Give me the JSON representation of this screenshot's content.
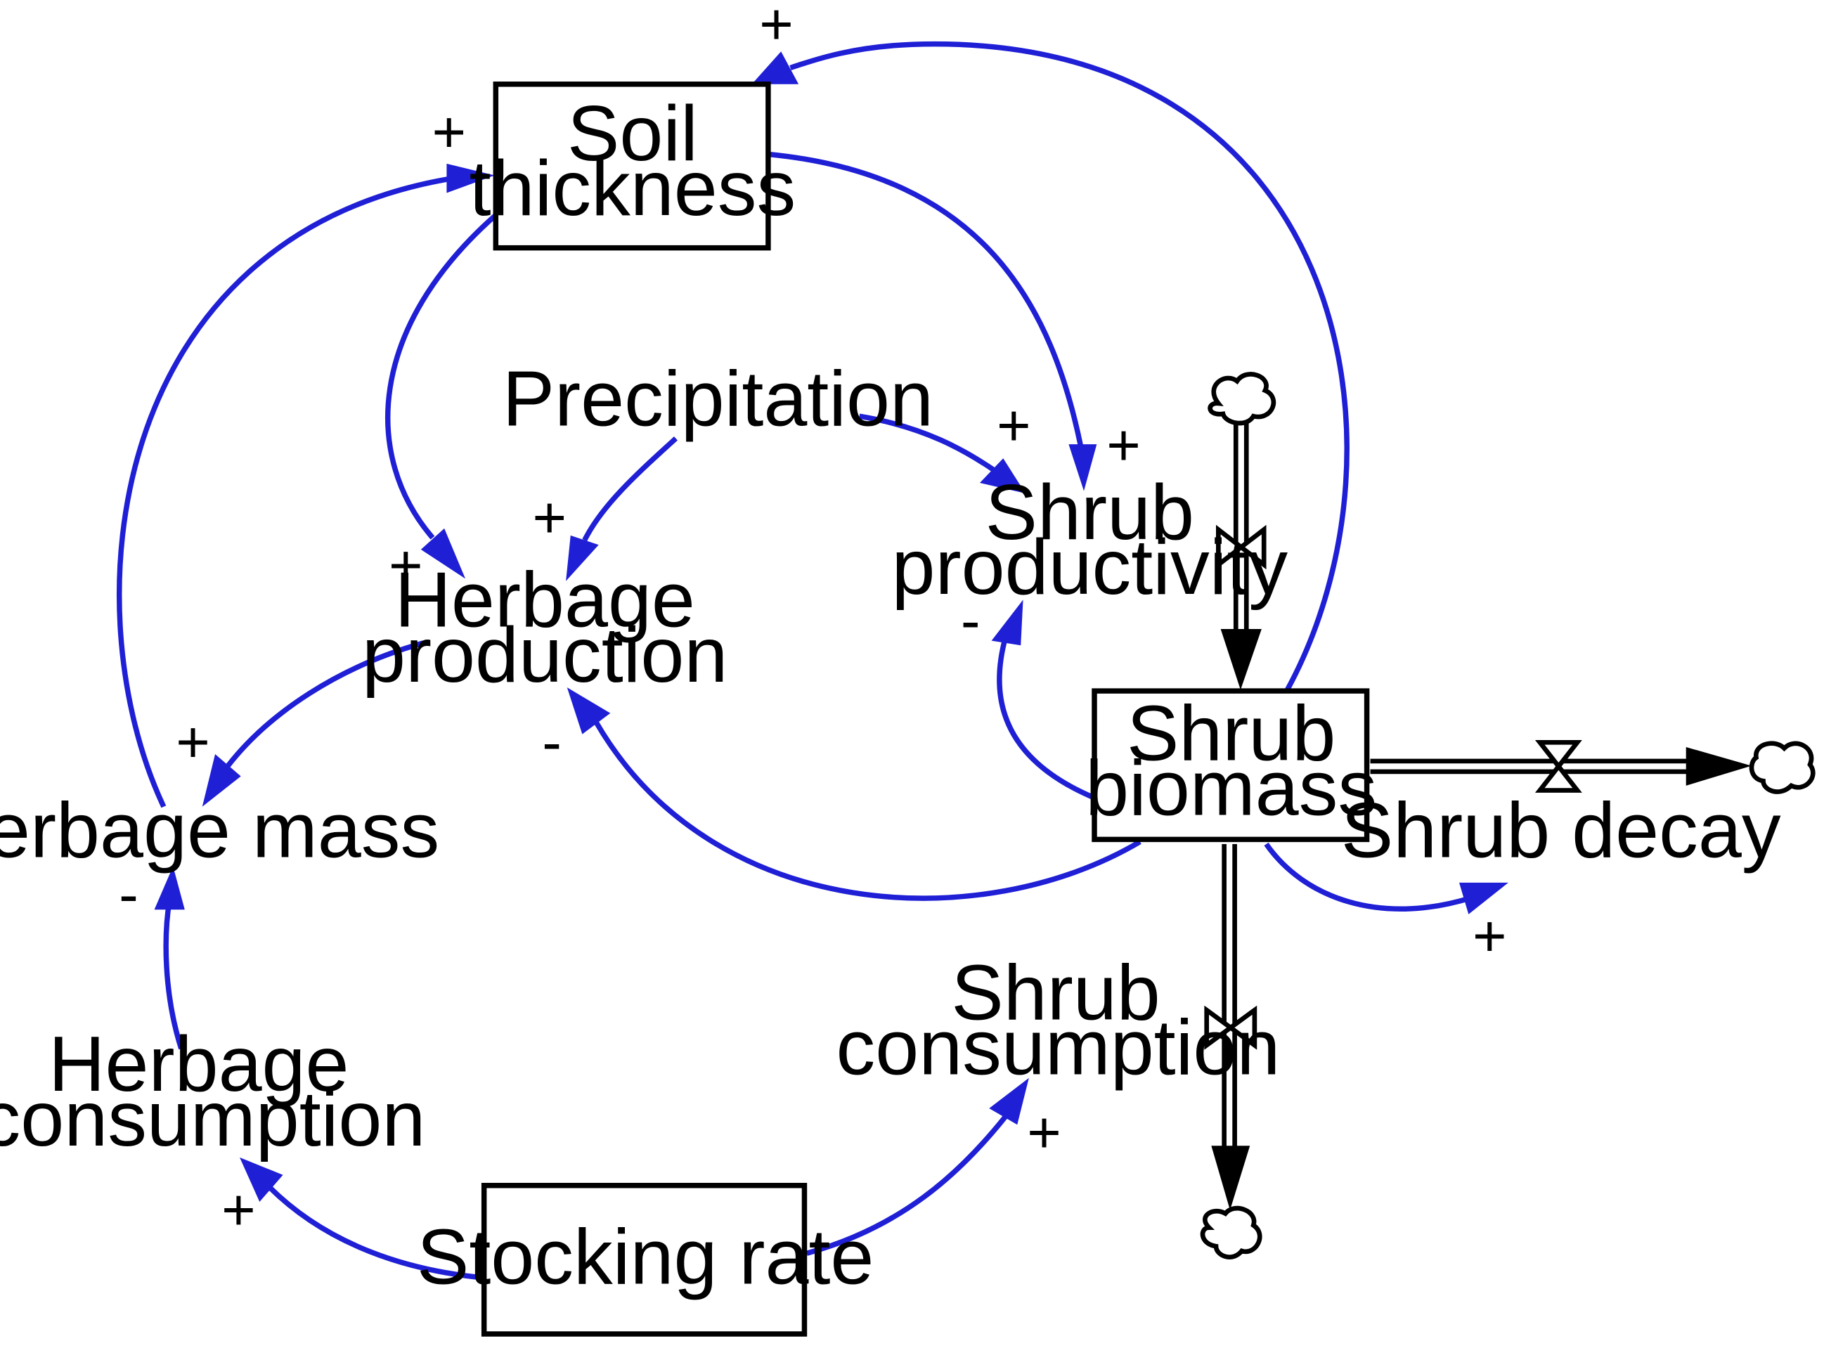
{
  "stocks": {
    "soil_thickness": [
      "Soil",
      "thickness"
    ],
    "shrub_biomass": [
      "Shrub",
      "biomass"
    ],
    "stocking_rate": [
      "Stocking rate"
    ]
  },
  "variables": {
    "precipitation": [
      "Precipitation"
    ],
    "herbage_production": [
      "Herbage",
      "production"
    ],
    "shrub_productivity": [
      "Shrub",
      "productivity"
    ],
    "herbage_mass": [
      "Herbage mass"
    ],
    "herbage_consumption": [
      "Herbage",
      "consumption"
    ],
    "shrub_consumption": [
      "Shrub",
      "consumption"
    ],
    "shrub_decay": [
      "Shrub decay"
    ]
  },
  "links": [
    {
      "from": "Shrub biomass",
      "to": "Soil thickness",
      "polarity": "+"
    },
    {
      "from": "Herbage mass",
      "to": "Soil thickness",
      "polarity": "+"
    },
    {
      "from": "Soil thickness",
      "to": "Shrub productivity",
      "polarity": "+"
    },
    {
      "from": "Soil thickness",
      "to": "Herbage production",
      "polarity": "+"
    },
    {
      "from": "Precipitation",
      "to": "Shrub productivity",
      "polarity": "+"
    },
    {
      "from": "Precipitation",
      "to": "Herbage production",
      "polarity": "+"
    },
    {
      "from": "Shrub biomass",
      "to": "Shrub productivity",
      "polarity": "-"
    },
    {
      "from": "Shrub biomass",
      "to": "Herbage production",
      "polarity": "-"
    },
    {
      "from": "Herbage production",
      "to": "Herbage mass",
      "polarity": "+"
    },
    {
      "from": "Herbage consumption",
      "to": "Herbage mass",
      "polarity": "-"
    },
    {
      "from": "Stocking rate",
      "to": "Herbage consumption",
      "polarity": "+"
    },
    {
      "from": "Stocking rate",
      "to": "Shrub consumption",
      "polarity": "+"
    },
    {
      "from": "Shrub biomass",
      "to": "Shrub decay",
      "polarity": "+"
    }
  ],
  "colors": {
    "link": "#1f1fd6",
    "flow": "#000000",
    "background": "#ffffff"
  }
}
